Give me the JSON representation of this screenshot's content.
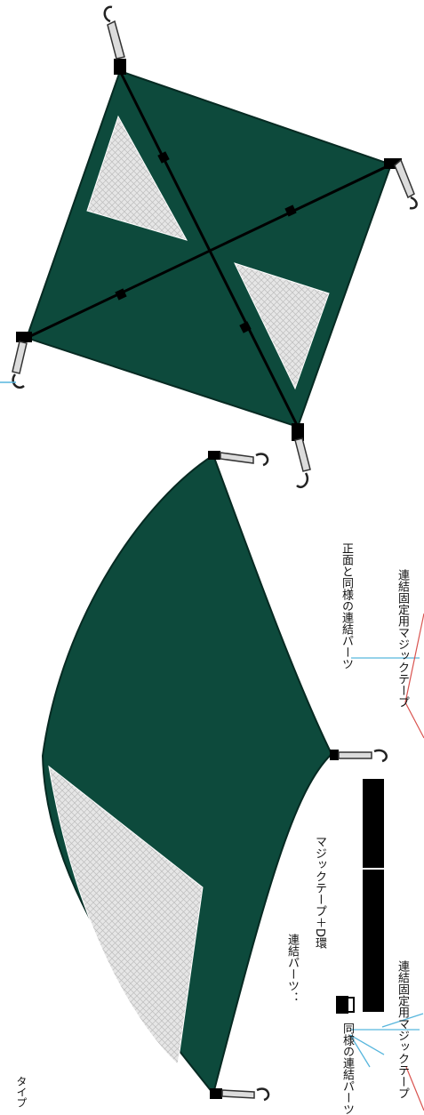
{
  "colors": {
    "canopy": "#0d4a3c",
    "mesh": "#e6e6e6",
    "mesh_line": "#bdbdbd",
    "strap": "#000000",
    "guide": "#57b6dd",
    "red_guide": "#d9534f"
  },
  "labels": {
    "type_label": "タイプ",
    "joint_same_left": "同様の連結パーツ",
    "joint_fix_tape_left": "連結固定用マジックテープ",
    "joint_parts_title": "連結パーツ：",
    "joint_parts_detail": "マジックテープ＋D環",
    "joint_same_right": "正面と同様の連結パーツ",
    "joint_fix_tape_right": "連結固定用マジックテープ"
  },
  "icons": [
    "hook-icon",
    "velcro-tape-icon",
    "d-ring-icon"
  ]
}
